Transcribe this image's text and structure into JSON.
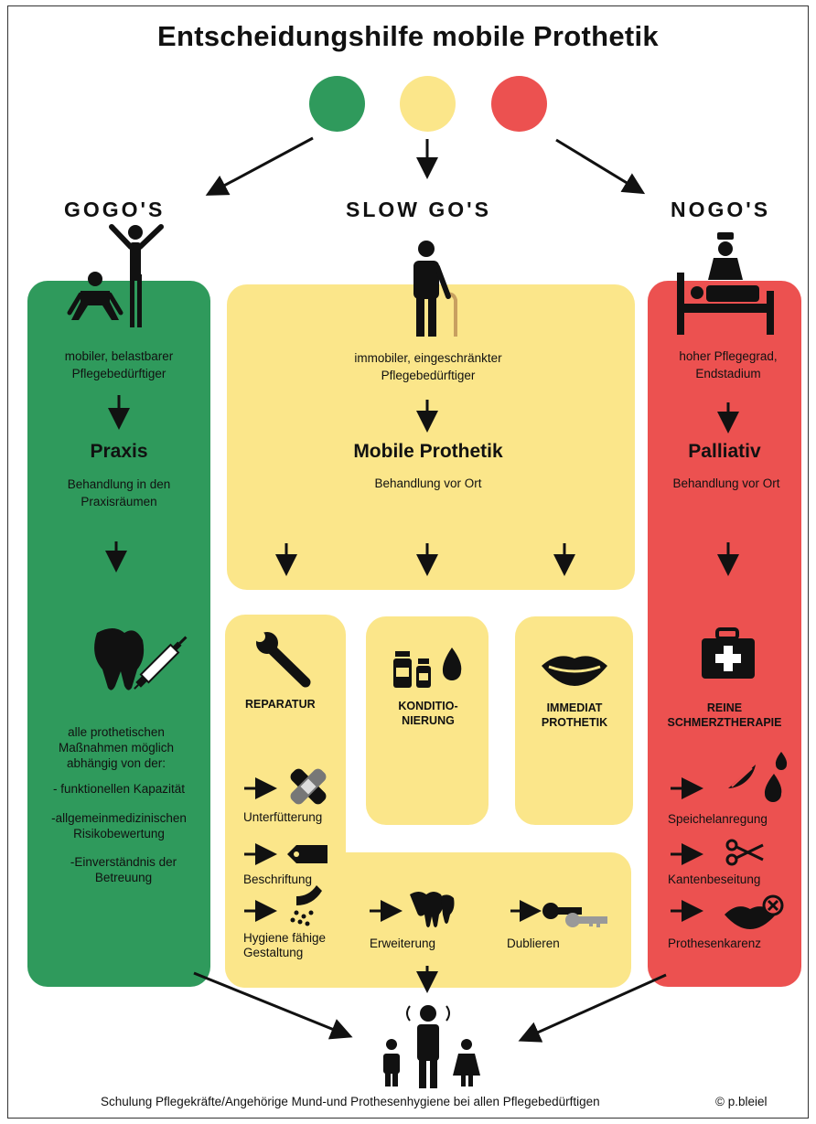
{
  "title": "Entscheidungshilfe mobile Prothetik",
  "colors": {
    "green": "#2f9a5c",
    "yellow": "#fbe68a",
    "red": "#ec5150",
    "dark": "#111111"
  },
  "headings": {
    "gogo": "GOGO'S",
    "slowgo": "SLOW GO'S",
    "nogo": "NOGO'S"
  },
  "gogo": {
    "desc": "mobiler, belastbarer Pflegebedürftiger",
    "result": "Praxis",
    "result_sub": "Behandlung in den Praxisräumen",
    "measures_intro": "alle prothetischen Maßnahmen möglich abhängig von der:",
    "measures": [
      "- funktionellen Kapazität",
      "-allgemeinmedizinischen Risikobewertung",
      "-Einverständnis der Betreuung"
    ]
  },
  "slowgo": {
    "desc": "immobiler, eingeschränkter Pflegebedürftiger",
    "result": "Mobile Prothetik",
    "result_sub": "Behandlung vor Ort",
    "categories": {
      "repair": "REPARATUR",
      "conditioning": "KONDITIO- NIERUNG",
      "immediate": "IMMEDIAT PROTHETIK"
    },
    "repair_items": [
      "Unterfütterung",
      "Beschriftung",
      "Hygiene fähige Gestaltung",
      "Erweiterung",
      "Dublieren"
    ]
  },
  "nogo": {
    "desc": "hoher Pflegegrad, Endstadium",
    "result": "Palliativ",
    "result_sub": "Behandlung vor Ort",
    "therapy": "REINE SCHMERZTHERAPIE",
    "items": [
      "Speichelanregung",
      "Kantenbeseitung",
      "Prothesenkarenz"
    ]
  },
  "footer": {
    "text": "Schulung Pflegekräfte/Angehörige Mund-und Prothesenhygiene bei allen Pflegebedürftigen",
    "credit": "© p.bleiel"
  }
}
